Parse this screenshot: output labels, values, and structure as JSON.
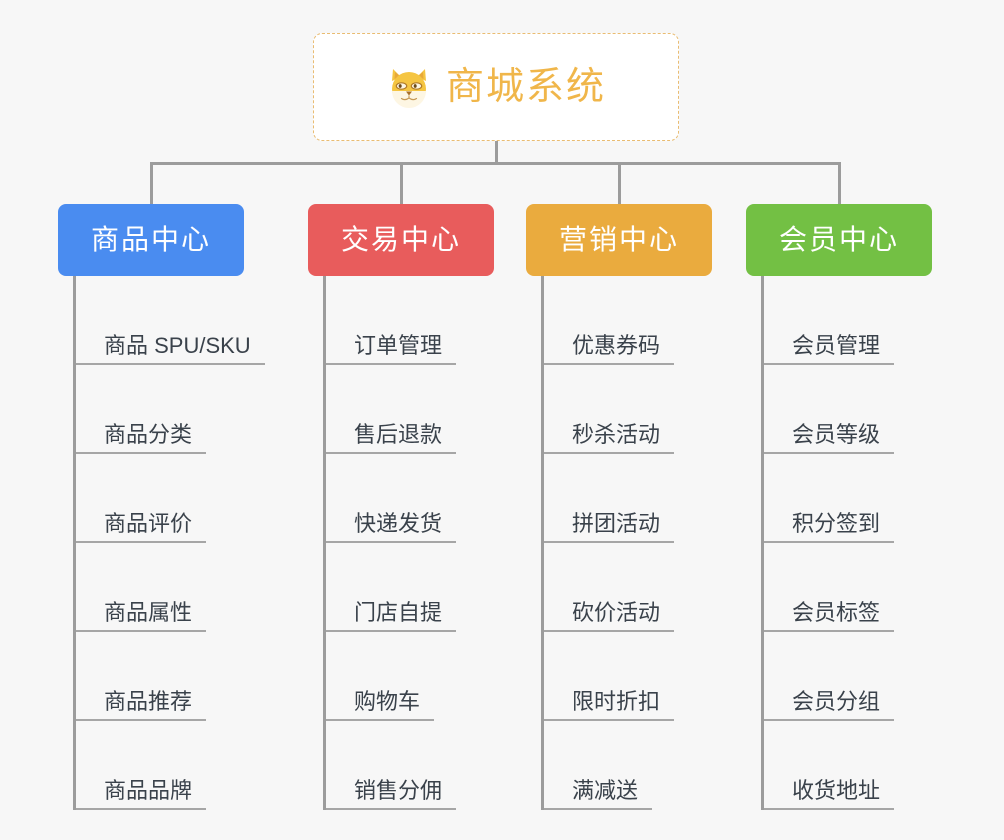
{
  "diagram": {
    "title": "商城系统",
    "root_icon": "shiba-dog-emoji",
    "background_color": "#f7f7f7",
    "root_border_color": "#e9bc72",
    "root_title_color": "#f0b64a",
    "connector_color": "#9c9c9c",
    "leaf_text_color": "#3a424b",
    "leaf_underline_color": "#a6a6a6"
  },
  "categories": [
    {
      "label": "商品中心",
      "color": "#4a8cf0",
      "items": [
        "商品 SPU/SKU",
        "商品分类",
        "商品评价",
        "商品属性",
        "商品推荐",
        "商品品牌"
      ]
    },
    {
      "label": "交易中心",
      "color": "#e85c5c",
      "items": [
        "订单管理",
        "售后退款",
        "快递发货",
        "门店自提",
        "购物车",
        "销售分佣"
      ]
    },
    {
      "label": "营销中心",
      "color": "#eaab3e",
      "items": [
        "优惠券码",
        "秒杀活动",
        "拼团活动",
        "砍价活动",
        "限时折扣",
        "满减送"
      ]
    },
    {
      "label": "会员中心",
      "color": "#73c044",
      "items": [
        "会员管理",
        "会员等级",
        "积分签到",
        "会员标签",
        "会员分组",
        "收货地址"
      ]
    }
  ]
}
